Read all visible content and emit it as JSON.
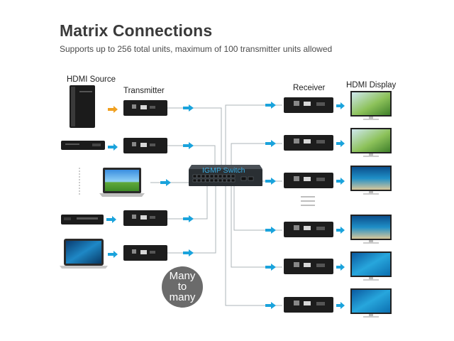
{
  "header": {
    "title": "Matrix Connections",
    "subtitle": "Supports up to 256 total units, maximum of 100 transmitter units allowed"
  },
  "labels": {
    "hdmi_source": "HDMI Source",
    "transmitter": "Transmitter",
    "receiver": "Receiver",
    "hdmi_display": "HDMI Display",
    "switch": "IGMP Switch"
  },
  "badge": {
    "line1": "Many",
    "line2": "to",
    "line3": "many"
  },
  "sources": [
    "desktop-tower",
    "blu-ray-player",
    "laptop",
    "set-top-box",
    "macbook"
  ],
  "displays": [
    "monitor-green-scene",
    "monitor-green-scene",
    "monitor-reef-scene",
    "monitor-reef-scene",
    "monitor-blue-screen",
    "monitor-blue-screen"
  ],
  "colors": {
    "link_line": "#aeb4b8",
    "arrow": "#1aa3dc",
    "device": "#1d1d1d",
    "switch_body": "#2a2f33",
    "switch_label": "#3ab0e6",
    "badge": "#6b6b6b"
  }
}
